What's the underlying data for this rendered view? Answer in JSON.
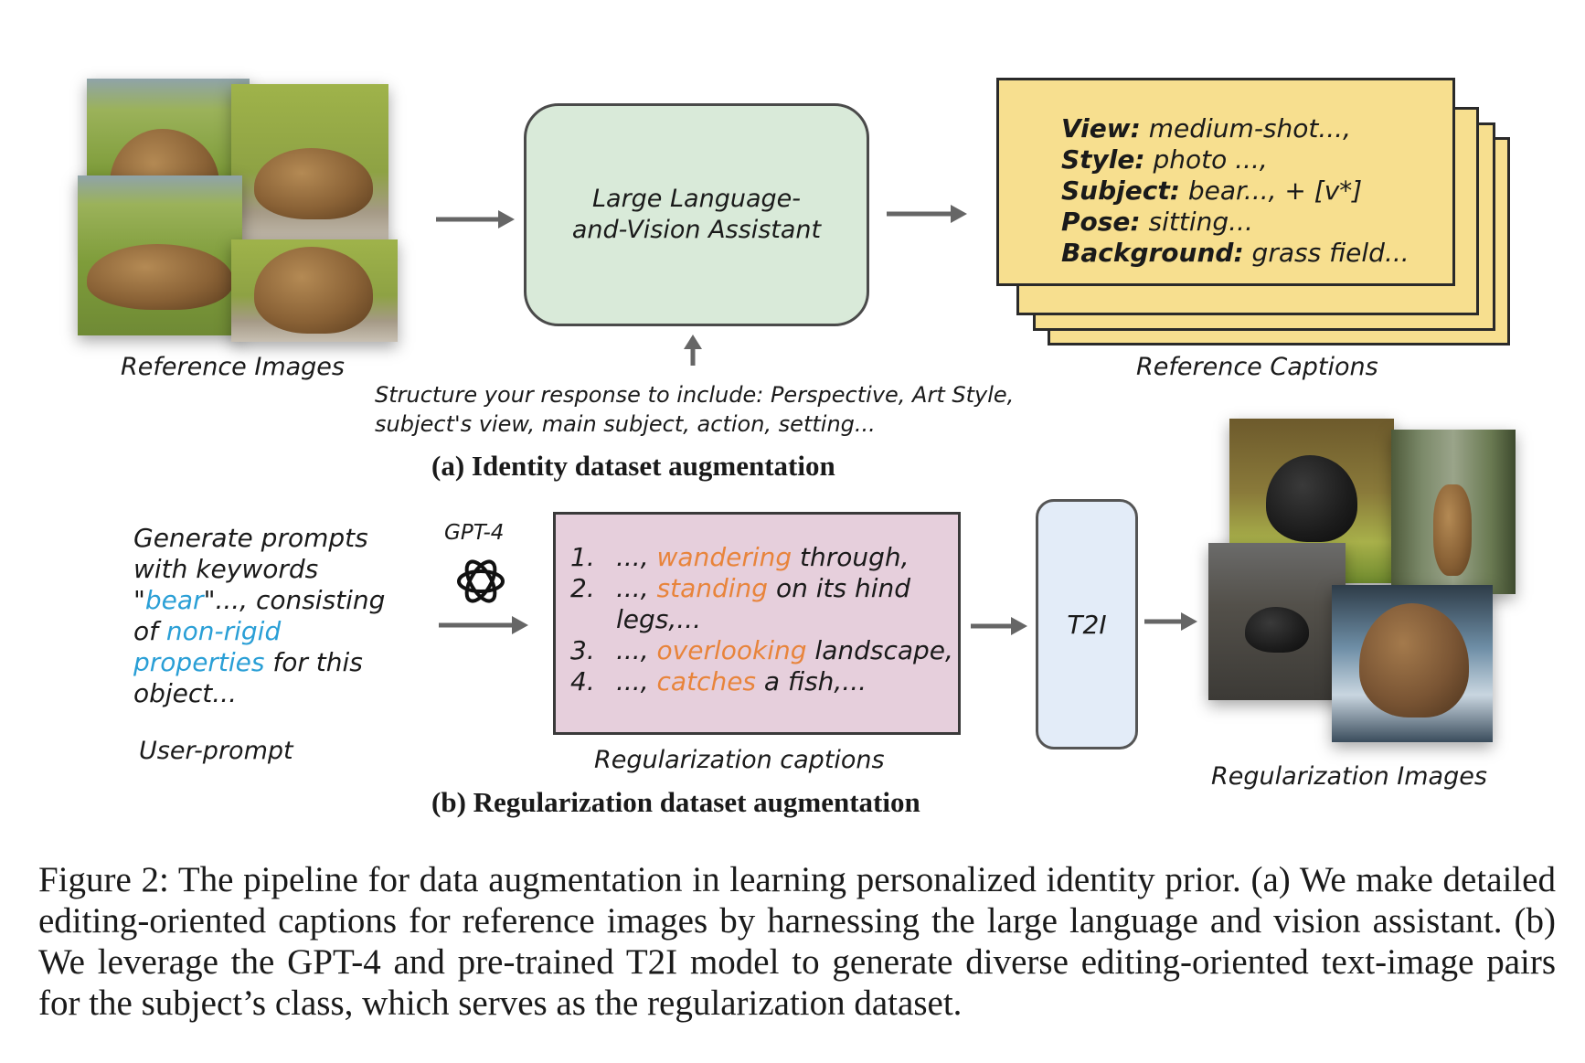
{
  "part_a": {
    "reference_images_label": "Reference Images",
    "llva_box": "Large Language-\nand-Vision Assistant",
    "instruction_text": "Structure your response to include: Perspective, Art Style,\nsubject's view, main subject, action, setting...",
    "reference_captions": [
      {
        "key": "View:",
        "value": " medium-shot...,"
      },
      {
        "key": "Style:",
        "value": " photo ...,"
      },
      {
        "key": "Subject:",
        "value": " bear..., + [v*]"
      },
      {
        "key": "Pose:",
        "value": " sitting..."
      },
      {
        "key": "Background:",
        "value": " grass field..."
      }
    ],
    "reference_captions_label": "Reference Captions",
    "title": "(a) Identity dataset augmentation"
  },
  "part_b": {
    "user_prompt": {
      "line1": "Generate prompts",
      "line2": "with keywords",
      "line3_quote_open": "\"",
      "line3_kw": "bear",
      "line3_rest": "\"..., consisting",
      "line4_pre": "of ",
      "line4_kw": "non-rigid",
      "line5_kw": "properties",
      "line5_rest": " for this",
      "line6": "object..."
    },
    "user_prompt_label": "User-prompt",
    "gpt_label": "GPT-4",
    "gpt_icon": "openai-logo-icon",
    "reg_captions": [
      {
        "num": "1.",
        "pre": "..., ",
        "kw": "wandering",
        "post": " through,"
      },
      {
        "num": "2.",
        "pre": "..., ",
        "kw": "standing",
        "post": " on its hind"
      },
      {
        "num": "",
        "pre": "legs,...",
        "kw": "",
        "post": ""
      },
      {
        "num": "3.",
        "pre": "..., ",
        "kw": "overlooking",
        "post": " landscape,"
      },
      {
        "num": "4.",
        "pre": "..., ",
        "kw": "catches",
        "post": " a fish,..."
      }
    ],
    "reg_captions_label": "Regularization captions",
    "t2i_box": "T2I",
    "reg_images_label": "Regularization Images",
    "title": "(b) Regularization dataset augmentation"
  },
  "figure_caption": "Figure 2: The pipeline for data augmentation in learning personalized identity prior. (a) We make detailed editing-oriented captions for reference images by harnessing the large language and vision assistant. (b) We leverage the GPT-4 and pre-trained T2I model to generate diverse editing-oriented text-image pairs for the subject’s class, which serves as the regularization dataset.",
  "colors": {
    "llva_fill": "#d9ead9",
    "caption_fill": "#f7df8f",
    "reg_fill": "#e6cfdc",
    "t2i_fill": "#e3ecf8",
    "keyword_orange": "#e8843b",
    "keyword_blue": "#2a9fd6",
    "arrow": "#666666"
  }
}
